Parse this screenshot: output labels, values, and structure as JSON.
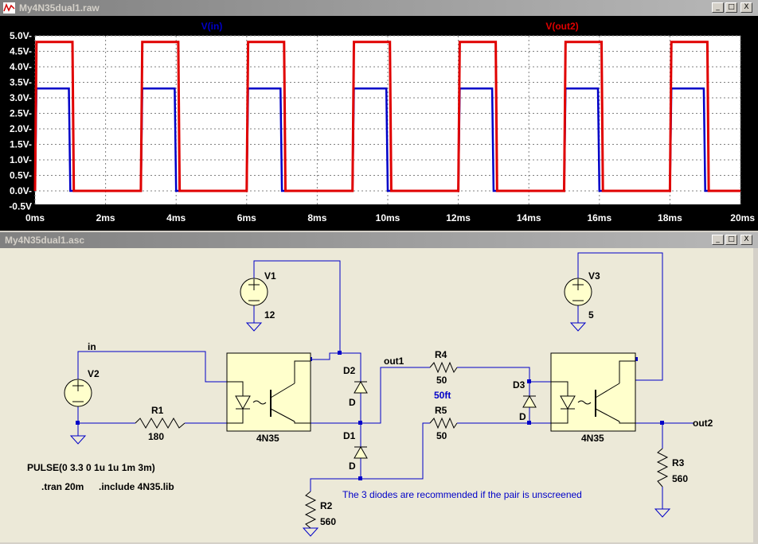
{
  "plot_window": {
    "title": "My4N35dual1.raw",
    "title_icon": "waveform-icon"
  },
  "schematic_window": {
    "title": "My4N35dual1.asc"
  },
  "window_buttons": {
    "minimize": "_",
    "maximize": "□",
    "close": "X"
  },
  "chart_data": {
    "type": "line",
    "xlabel": "",
    "ylabel": "",
    "x_ticks": [
      "0ms",
      "2ms",
      "4ms",
      "6ms",
      "8ms",
      "10ms",
      "12ms",
      "14ms",
      "16ms",
      "18ms",
      "20ms"
    ],
    "y_ticks": [
      "5.0V-",
      "4.5V-",
      "4.0V-",
      "3.5V-",
      "3.0V-",
      "2.5V-",
      "2.0V-",
      "1.5V-",
      "1.0V-",
      "0.5V-",
      "0.0V-",
      "-0.5V"
    ],
    "xlim_ms": [
      0,
      20
    ],
    "ylim_v": [
      -0.5,
      5.0
    ],
    "grid": true,
    "series": [
      {
        "name": "V(in)",
        "color": "#0000c8",
        "high_v": 3.3,
        "low_v": 0.0,
        "period_ms": 3,
        "width_ms": 1,
        "rise_start_ms": [
          0,
          3,
          6,
          9,
          12,
          15,
          18
        ],
        "fall_end_ms": [
          1,
          4,
          7,
          10,
          13,
          16,
          19
        ]
      },
      {
        "name": "V(out2)",
        "color": "#e00000",
        "high_v": 4.8,
        "low_v": 0.0,
        "period_ms": 3,
        "width_ms": 1,
        "rise_start_ms": [
          0,
          3,
          6,
          9,
          12,
          15,
          18
        ],
        "fall_end_ms": [
          1.1,
          4.1,
          7.1,
          10.1,
          13.1,
          16.1,
          19.1
        ]
      }
    ]
  },
  "schematic": {
    "labels": {
      "v1": "V1",
      "v1_val": "12",
      "v2": "V2",
      "v3": "V3",
      "v3_val": "5",
      "r1": "R1",
      "r1_val": "180",
      "r2": "R2",
      "r2_val": "560",
      "r3": "R3",
      "r3_val": "560",
      "r4": "R4",
      "r4_val": "50",
      "r5": "R5",
      "r5_val": "50",
      "d1": "D1",
      "d1_val": "D",
      "d2": "D2",
      "d2_val": "D",
      "d3": "D3",
      "d3_val": "D",
      "u1": "4N35",
      "u2": "4N35",
      "net_in": "in",
      "net_out1": "out1",
      "net_out2": "out2",
      "cable": "50ft",
      "pulse": "PULSE(0 3.3 0 1u 1u 1m 3m)",
      "tran": ".tran 20m",
      "include": ".include 4N35.lib",
      "note": "The 3 diodes are recommended if the pair is unscreened"
    }
  }
}
